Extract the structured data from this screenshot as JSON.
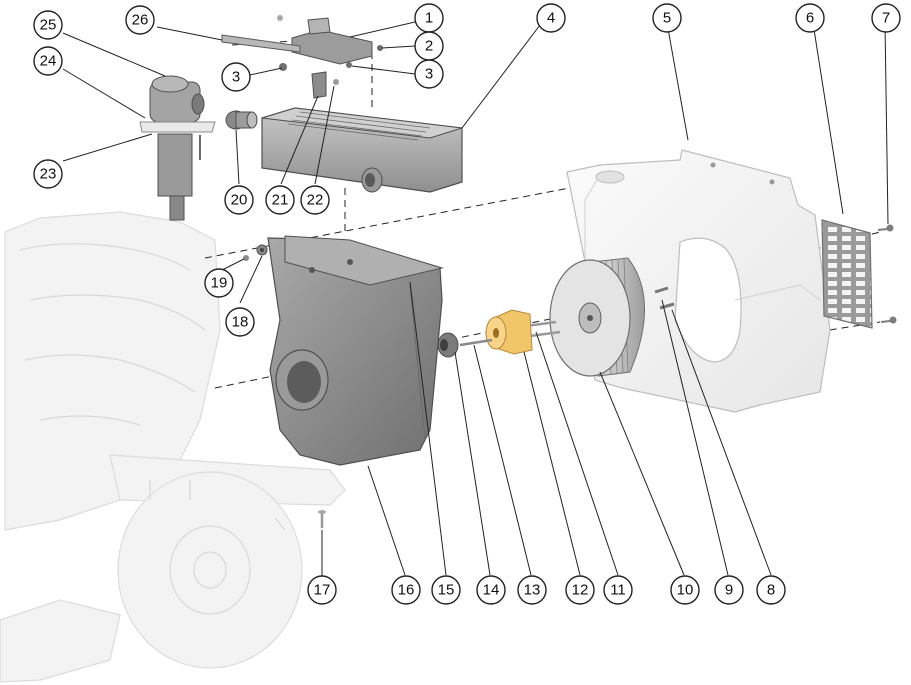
{
  "callouts": [
    {
      "id": "c1",
      "label": "1"
    },
    {
      "id": "c2",
      "label": "2"
    },
    {
      "id": "c3a",
      "label": "3"
    },
    {
      "id": "c3b",
      "label": "3"
    },
    {
      "id": "c4",
      "label": "4"
    },
    {
      "id": "c5",
      "label": "5"
    },
    {
      "id": "c6",
      "label": "6"
    },
    {
      "id": "c7",
      "label": "7"
    },
    {
      "id": "c8",
      "label": "8"
    },
    {
      "id": "c9",
      "label": "9"
    },
    {
      "id": "c10",
      "label": "10"
    },
    {
      "id": "c11",
      "label": "11"
    },
    {
      "id": "c12",
      "label": "12"
    },
    {
      "id": "c13",
      "label": "13"
    },
    {
      "id": "c14",
      "label": "14"
    },
    {
      "id": "c15",
      "label": "15"
    },
    {
      "id": "c16",
      "label": "16"
    },
    {
      "id": "c17",
      "label": "17"
    },
    {
      "id": "c18",
      "label": "18"
    },
    {
      "id": "c19",
      "label": "19"
    },
    {
      "id": "c20",
      "label": "20"
    },
    {
      "id": "c21",
      "label": "21"
    },
    {
      "id": "c22",
      "label": "22"
    },
    {
      "id": "c23",
      "label": "23"
    },
    {
      "id": "c24",
      "label": "24"
    },
    {
      "id": "c25",
      "label": "25"
    },
    {
      "id": "c26",
      "label": "26"
    }
  ],
  "colors": {
    "housing_white": "#f6f6f6",
    "blower_gray": "#8a8a8a",
    "coupling_yellow": "#f0c060",
    "ghost_machine": "#f3f3f3",
    "outline": "#222222"
  }
}
